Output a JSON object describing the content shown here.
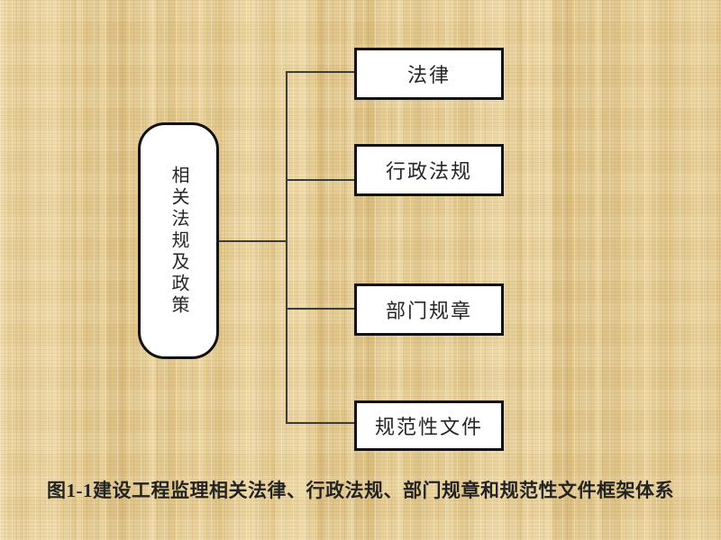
{
  "slide": {
    "background_color": "#e2c992",
    "texture": "papyrus"
  },
  "diagram": {
    "root": {
      "label": "相关法规及政策"
    },
    "children": [
      {
        "label": "法律"
      },
      {
        "label": "行政法规"
      },
      {
        "label": "部门规章"
      },
      {
        "label": "规范性文件"
      }
    ],
    "caption": "图1-1建设工程监理相关法律、行政法规、部门规章和规范性文件框架体系",
    "colors": {
      "node_fill": "#ffffff",
      "node_border": "#121212",
      "connector": "#3c3c3c",
      "text": "#262626"
    }
  }
}
